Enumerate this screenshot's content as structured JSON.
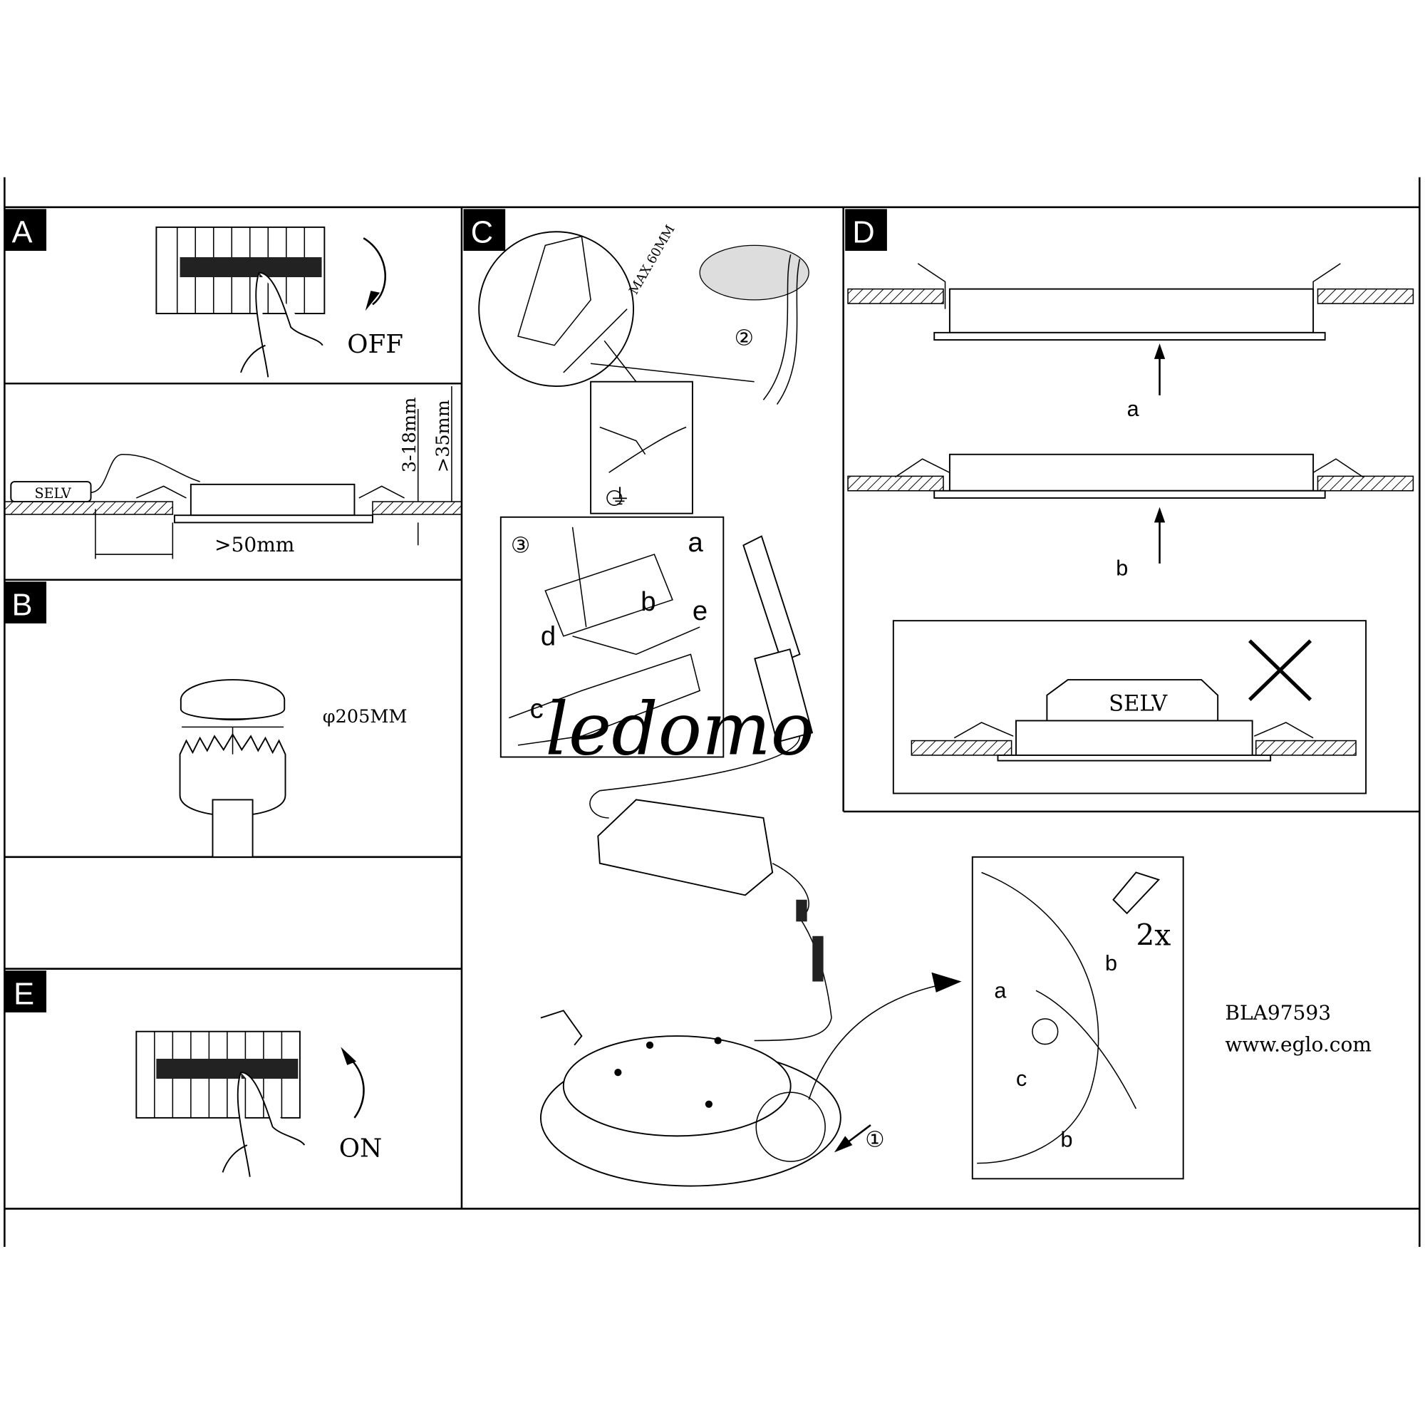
{
  "sections": {
    "a": "A",
    "b": "B",
    "c": "C",
    "d": "D",
    "e": "E"
  },
  "panel_a": {
    "switch_text": "OFF",
    "selv": "SELV",
    "dim_ceiling": "3-18mm",
    "dim_depth": ">35mm",
    "dim_distance": ">50mm"
  },
  "panel_b": {
    "diameter": "φ205MM"
  },
  "panel_c": {
    "strip_length": "MAX.60MM",
    "step2": "②",
    "step3": "③",
    "step1": "①",
    "a": "a",
    "b": "b",
    "c": "c",
    "d": "d",
    "e": "e",
    "clip_a": "a",
    "clip_b1": "b",
    "clip_b2": "b",
    "clip_c": "c",
    "qty": "2x",
    "watermark": "ledomo"
  },
  "panel_d": {
    "a": "a",
    "b": "b",
    "selv": "SELV"
  },
  "panel_e": {
    "switch_text": "ON"
  },
  "footer": {
    "model": "BLA97593",
    "website": "www.eglo.com"
  }
}
